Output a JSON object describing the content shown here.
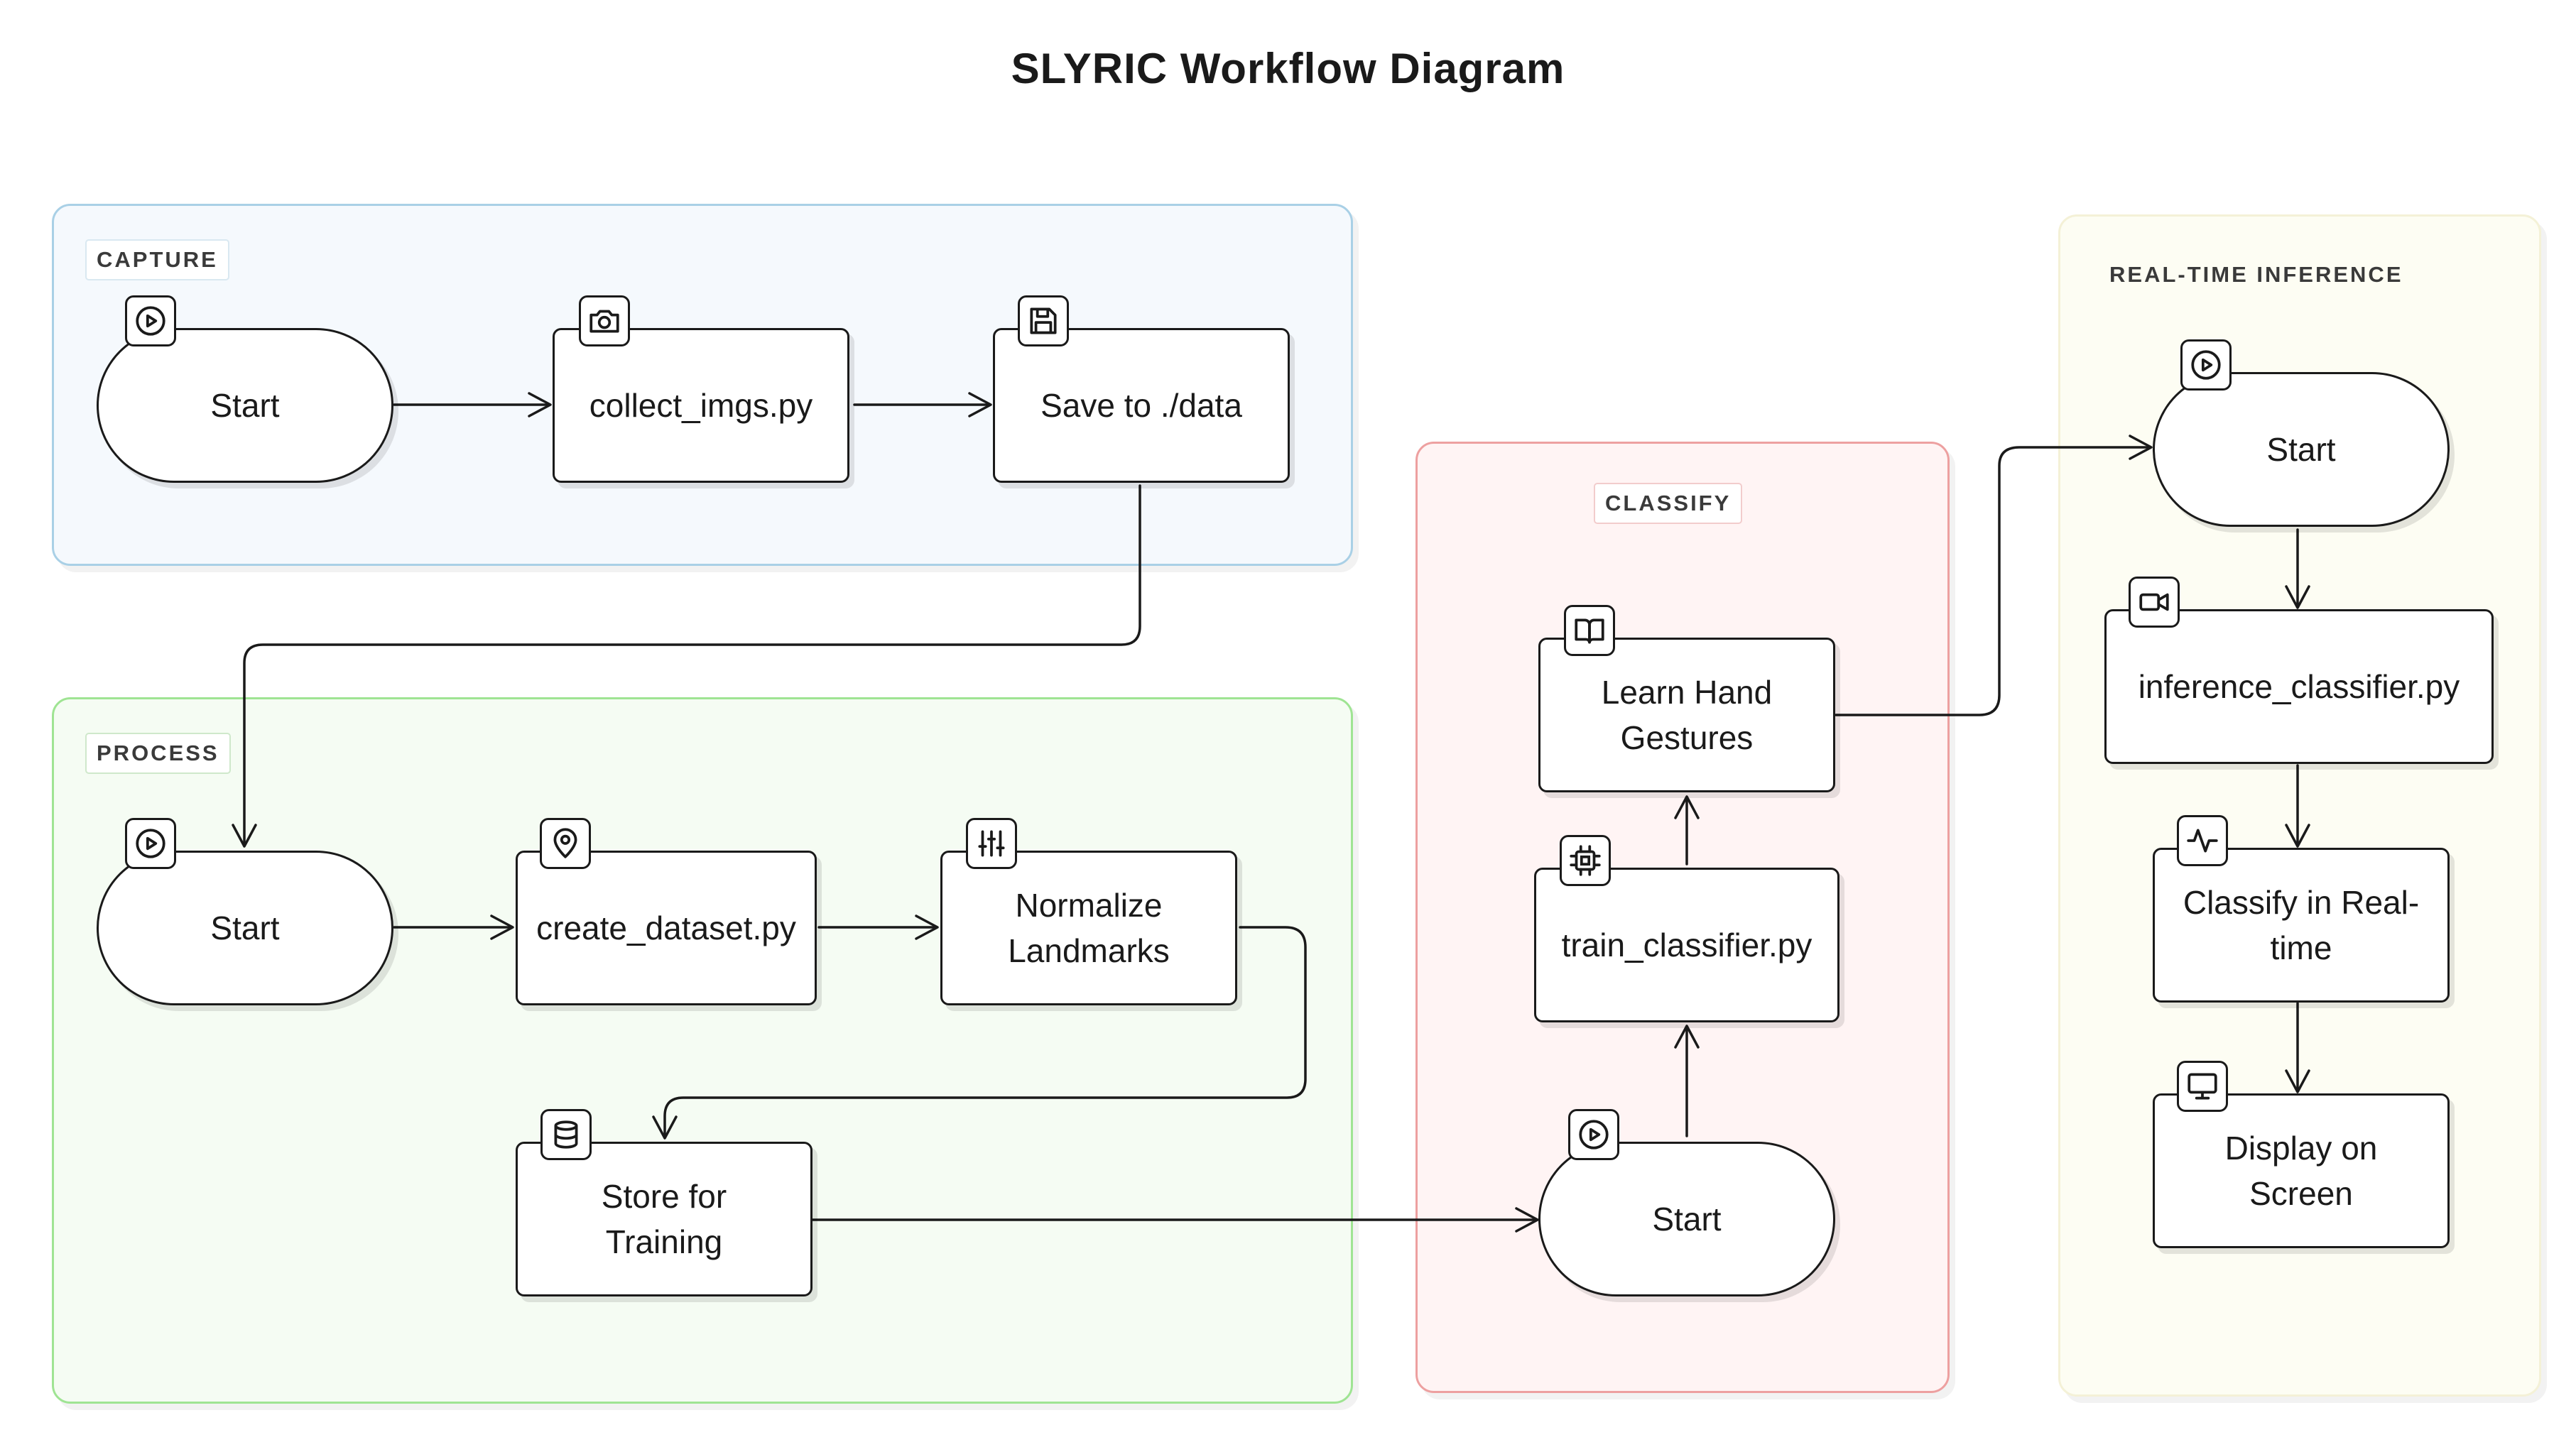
{
  "title": "SLYRIC Workflow Diagram",
  "lanes": {
    "capture": {
      "label": "CAPTURE",
      "nodes": [
        {
          "label": "Start",
          "icon": "play-icon"
        },
        {
          "label": "collect_imgs.py",
          "icon": "camera-icon"
        },
        {
          "label": "Save to ./data",
          "icon": "save-icon"
        }
      ]
    },
    "process": {
      "label": "PROCESS",
      "nodes": [
        {
          "label": "Start",
          "icon": "play-icon"
        },
        {
          "label": "create_dataset.py",
          "icon": "map-pin-icon"
        },
        {
          "label": "Normalize\nLandmarks",
          "icon": "sliders-icon"
        },
        {
          "label": "Store for\nTraining",
          "icon": "database-icon"
        }
      ]
    },
    "classify": {
      "label": "CLASSIFY",
      "nodes": [
        {
          "label": "Learn Hand\nGestures",
          "icon": "book-icon"
        },
        {
          "label": "train_classifier.py",
          "icon": "cpu-icon"
        },
        {
          "label": "Start",
          "icon": "play-icon"
        }
      ]
    },
    "realtime": {
      "label": "REAL-TIME INFERENCE",
      "nodes": [
        {
          "label": "Start",
          "icon": "play-icon"
        },
        {
          "label": "inference_classifier.py",
          "icon": "video-icon"
        },
        {
          "label": "Classify in Real-\ntime",
          "icon": "activity-icon"
        },
        {
          "label": "Display on\nScreen",
          "icon": "monitor-icon"
        }
      ]
    }
  },
  "colors": {
    "capture": "#a9d0e6",
    "process": "#9fe493",
    "classify": "#eda0a0",
    "realtime": "#f4f1d7",
    "stroke": "#1a1a1a"
  }
}
